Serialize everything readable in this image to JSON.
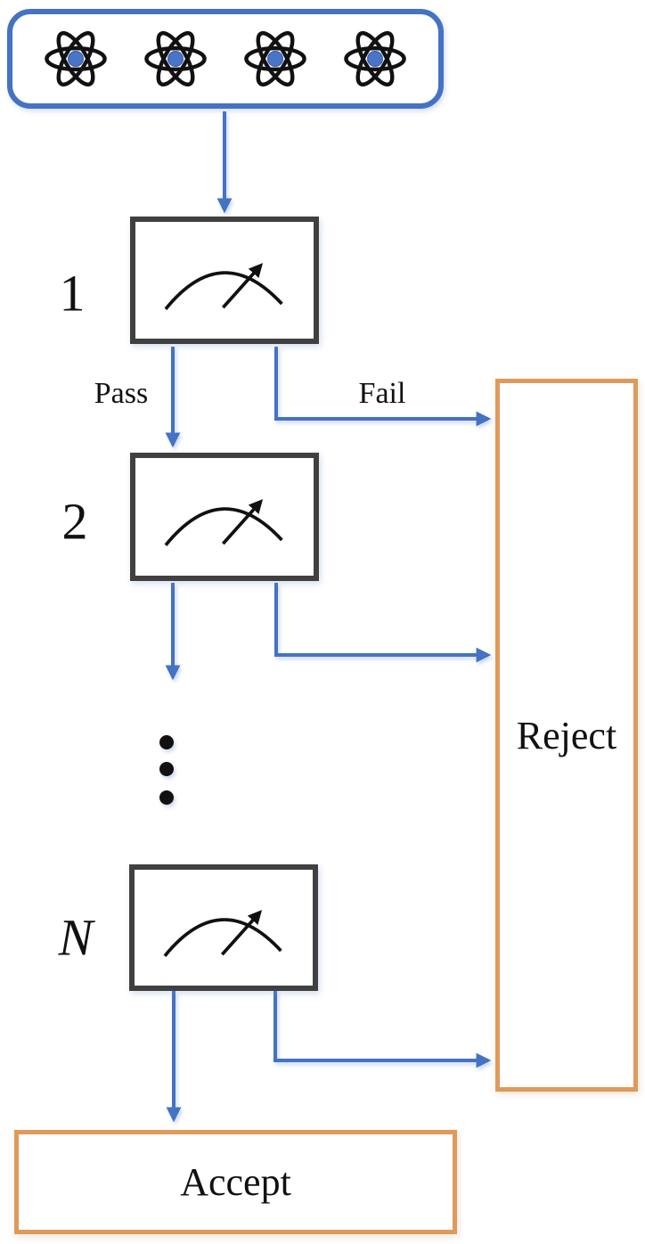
{
  "diagram": {
    "source": {
      "icon": "atom-icon",
      "atom_count": 4
    },
    "stages": [
      {
        "label": "1",
        "icon": "meter-icon"
      },
      {
        "label": "2",
        "icon": "meter-icon"
      },
      {
        "label": "N",
        "icon": "meter-icon"
      }
    ],
    "edges": {
      "pass_label": "Pass",
      "fail_label": "Fail"
    },
    "terminals": {
      "accept_label": "Accept",
      "reject_label": "Reject"
    },
    "ellipsis_dots": 3,
    "colors": {
      "arrow_blue": "#4472C4",
      "source_border_blue": "#4472C4",
      "terminal_border_orange": "#DF9A5B",
      "meter_box_border_gray": "#404040",
      "icon_black": "#111111",
      "background": "#FFFFFF"
    }
  }
}
